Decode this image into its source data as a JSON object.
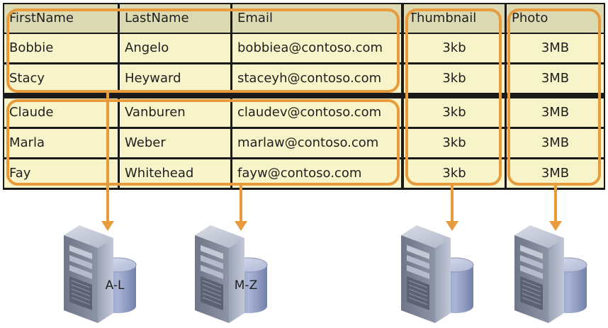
{
  "table": {
    "columns": [
      "FirstName",
      "LastName",
      "Email",
      "Thumbnail",
      "Photo"
    ],
    "rows": [
      [
        "Bobbie",
        "Angelo",
        "bobbiea@contoso.com",
        "3kb",
        "3MB"
      ],
      [
        "Stacy",
        "Heyward",
        "staceyh@contoso.com",
        "3kb",
        "3MB"
      ],
      [
        "Claude",
        "Vanburen",
        "claudev@contoso.com",
        "3kb",
        "3MB"
      ],
      [
        "Marla",
        "Weber",
        "marlaw@contoso.com",
        "3kb",
        "3MB"
      ],
      [
        "Fay",
        "Whitehead",
        "fayw@contoso.com",
        "3kb",
        "3MB"
      ]
    ]
  },
  "servers": [
    {
      "label": "A-L"
    },
    {
      "label": "M-Z"
    },
    {
      "label": ""
    },
    {
      "label": ""
    }
  ],
  "colors": {
    "highlight": "#e79b3c",
    "header_fill": "#dcdab2",
    "cell_fill": "#f6f4c8",
    "grid_line": "#1a1a1a"
  }
}
